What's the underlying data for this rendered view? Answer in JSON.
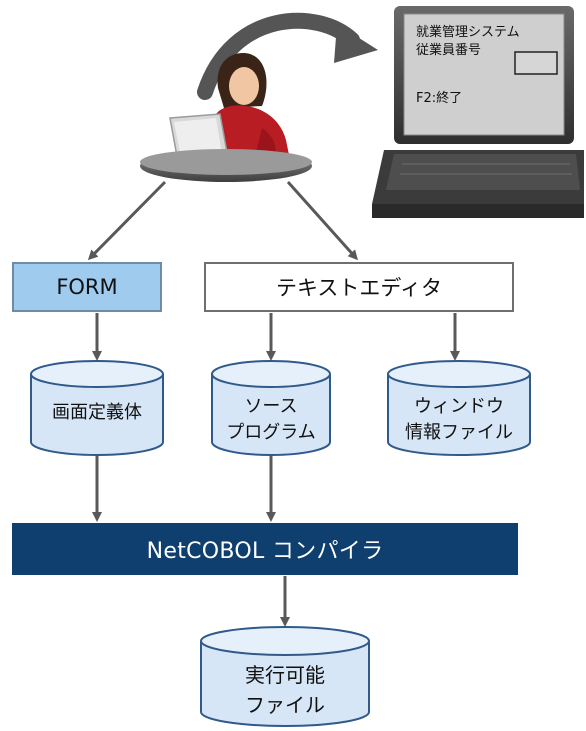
{
  "laptop": {
    "screen_line1": "就業管理システム",
    "screen_line2": "従業員番号",
    "screen_line3": "F2:終了"
  },
  "boxes": {
    "form": "FORM",
    "editor": "テキストエディタ",
    "compiler": "NetCOBOL コンパイラ"
  },
  "cylinders": {
    "screen_def": "画面定義体",
    "source_line1": "ソース",
    "source_line2": "プログラム",
    "window_line1": "ウィンドウ",
    "window_line2": "情報ファイル",
    "exec_line1": "実行可能",
    "exec_line2": "ファイル"
  },
  "colors": {
    "form_fill": "#9ecbee",
    "compiler_fill": "#0f3f6e",
    "cylinder_fill": "#d6e6f7",
    "cylinder_stroke": "#2f5a8a",
    "arrow": "#595959"
  }
}
